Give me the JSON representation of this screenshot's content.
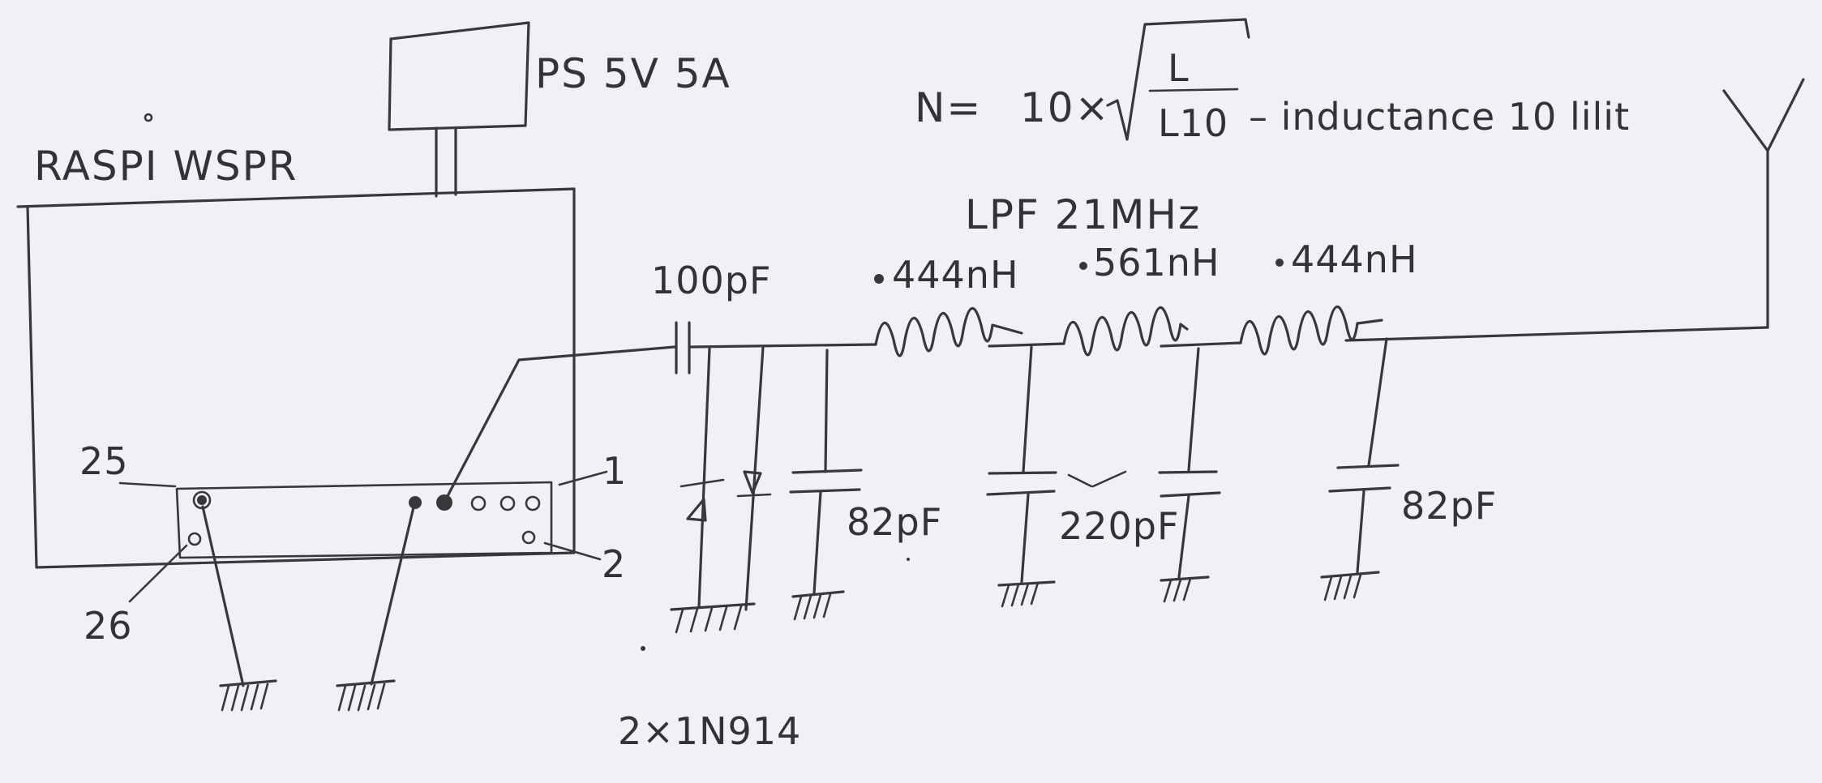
{
  "labels": {
    "power_supply": "PS 5V 5A",
    "board": "RASPI WSPR",
    "formula_n": "N=",
    "formula_factor": "10×",
    "formula_num": "L",
    "formula_den": "L10",
    "formula_note": "– inductance 10 lilit",
    "filter_title": "LPF 21MHz",
    "cap_series": "100pF",
    "ind_1": "444nH",
    "ind_2": "561nH",
    "ind_3": "444nH",
    "cap_1": "82pF",
    "cap_2": "220pF",
    "cap_3": "82pF",
    "diodes": "2×1N914",
    "pin_25": "25",
    "pin_26": "26",
    "pin_1": "1",
    "pin_2": "2"
  },
  "colors": {
    "paper": "#f1f1f5",
    "ink": "#38383b"
  },
  "icons": [
    "ground-symbol",
    "inductor-coil",
    "capacitor",
    "diode",
    "antenna",
    "gpio-header"
  ]
}
